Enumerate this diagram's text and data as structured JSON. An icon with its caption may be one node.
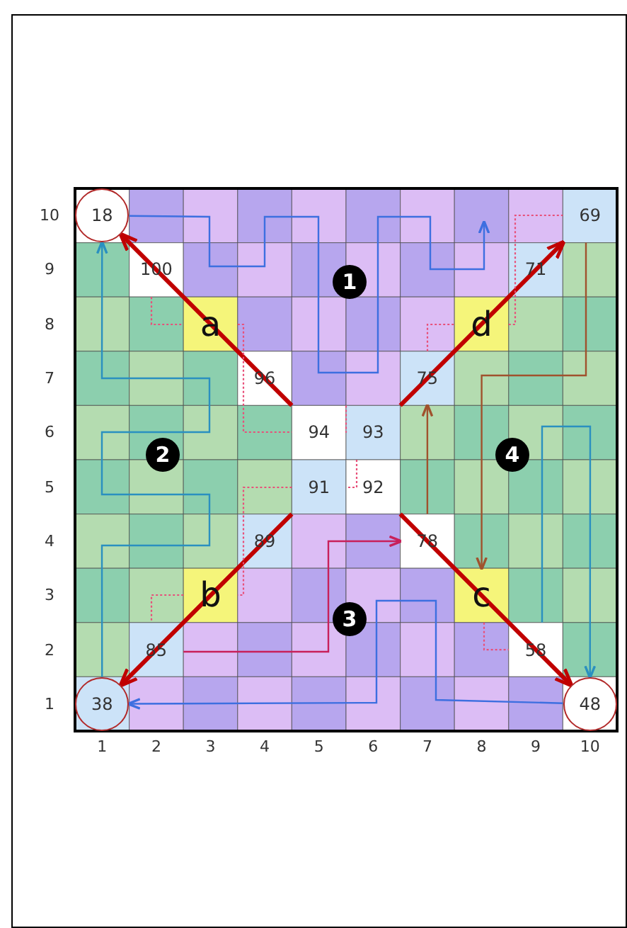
{
  "diagram": {
    "nodes": [
      {
        "text": [
          "18"
        ]
      },
      {
        "text": [
          "69"
        ]
      },
      {
        "text": [
          "100"
        ]
      },
      {
        "text": [
          "1"
        ]
      },
      {
        "text": [
          "71"
        ]
      },
      {
        "text": [
          "a"
        ]
      },
      {
        "text": [
          "d"
        ]
      },
      {
        "text": [
          "96"
        ]
      },
      {
        "text": [
          "75"
        ]
      },
      {
        "text": [
          "94"
        ]
      },
      {
        "text": [
          "93"
        ]
      },
      {
        "text": [
          "2"
        ]
      },
      {
        "text": [
          "4"
        ]
      },
      {
        "text": [
          "91"
        ]
      },
      {
        "text": [
          "92"
        ]
      },
      {
        "text": [
          "89"
        ]
      },
      {
        "text": [
          "78"
        ]
      },
      {
        "text": [
          "b"
        ]
      },
      {
        "text": [
          "c"
        ]
      },
      {
        "text": [
          "3"
        ]
      },
      {
        "text": [
          "85"
        ]
      },
      {
        "text": [
          "58"
        ]
      },
      {
        "text": [
          "38"
        ]
      },
      {
        "text": [
          "48"
        ]
      }
    ],
    "edges": [
      {
        "from": 9,
        "to": 0,
        "arrow": "to",
        "style": "thick",
        "color": "#c00000"
      },
      {
        "from": 10,
        "to": 1,
        "arrow": "to",
        "style": "thick",
        "color": "#c00000"
      },
      {
        "from": 13,
        "to": 22,
        "arrow": "to",
        "style": "thick",
        "color": "#c00000"
      },
      {
        "from": 14,
        "to": 23,
        "arrow": "to",
        "style": "thick",
        "color": "#c00000"
      },
      {
        "from": 2,
        "to": 5,
        "arrow": "none",
        "style": "dashed",
        "color": "#e8507a"
      },
      {
        "from": 5,
        "to": 9,
        "arrow": "none",
        "style": "dashed",
        "color": "#e8507a"
      },
      {
        "from": 9,
        "to": 10,
        "arrow": "none",
        "style": "dashed",
        "color": "#e8507a"
      },
      {
        "from": 10,
        "to": 13,
        "arrow": "none",
        "style": "dashed",
        "color": "#e8507a"
      },
      {
        "from": 13,
        "to": 17,
        "arrow": "none",
        "style": "dashed",
        "color": "#e8507a"
      },
      {
        "from": 17,
        "to": 20,
        "arrow": "none",
        "style": "dashed",
        "color": "#e8507a"
      },
      {
        "from": 8,
        "to": 6,
        "arrow": "none",
        "style": "dashed",
        "color": "#e8507a"
      },
      {
        "from": 6,
        "to": 1,
        "arrow": "none",
        "style": "dashed",
        "color": "#e8507a"
      },
      {
        "from": 18,
        "to": 21,
        "arrow": "none",
        "style": "dashed",
        "color": "#e8507a"
      },
      {
        "from": 20,
        "to": 16,
        "arrow": "to",
        "color": "#c8205a"
      },
      {
        "from": 23,
        "to": 22,
        "arrow": "to",
        "color": "#3d6fe0"
      },
      {
        "from": 1,
        "to": 18,
        "arrow": "to",
        "color": "#a0522d"
      },
      {
        "from": 16,
        "to": 8,
        "arrow": "to",
        "color": "#a0522d"
      },
      {
        "from": 21,
        "to": 23,
        "arrow": "to",
        "color": "#2a90c0"
      },
      {
        "from": 22,
        "to": 0,
        "arrow": "to",
        "color": "#2a90c0"
      },
      {
        "from": 0,
        "to": null,
        "arrow": "to",
        "color": "#3d6fe0"
      }
    ],
    "labels": [
      "10",
      "9",
      "8",
      "7",
      "6",
      "5",
      "4",
      "3",
      "2",
      "1",
      "1",
      "2",
      "3",
      "4",
      "5",
      "6",
      "7",
      "8",
      "9",
      "10"
    ]
  }
}
